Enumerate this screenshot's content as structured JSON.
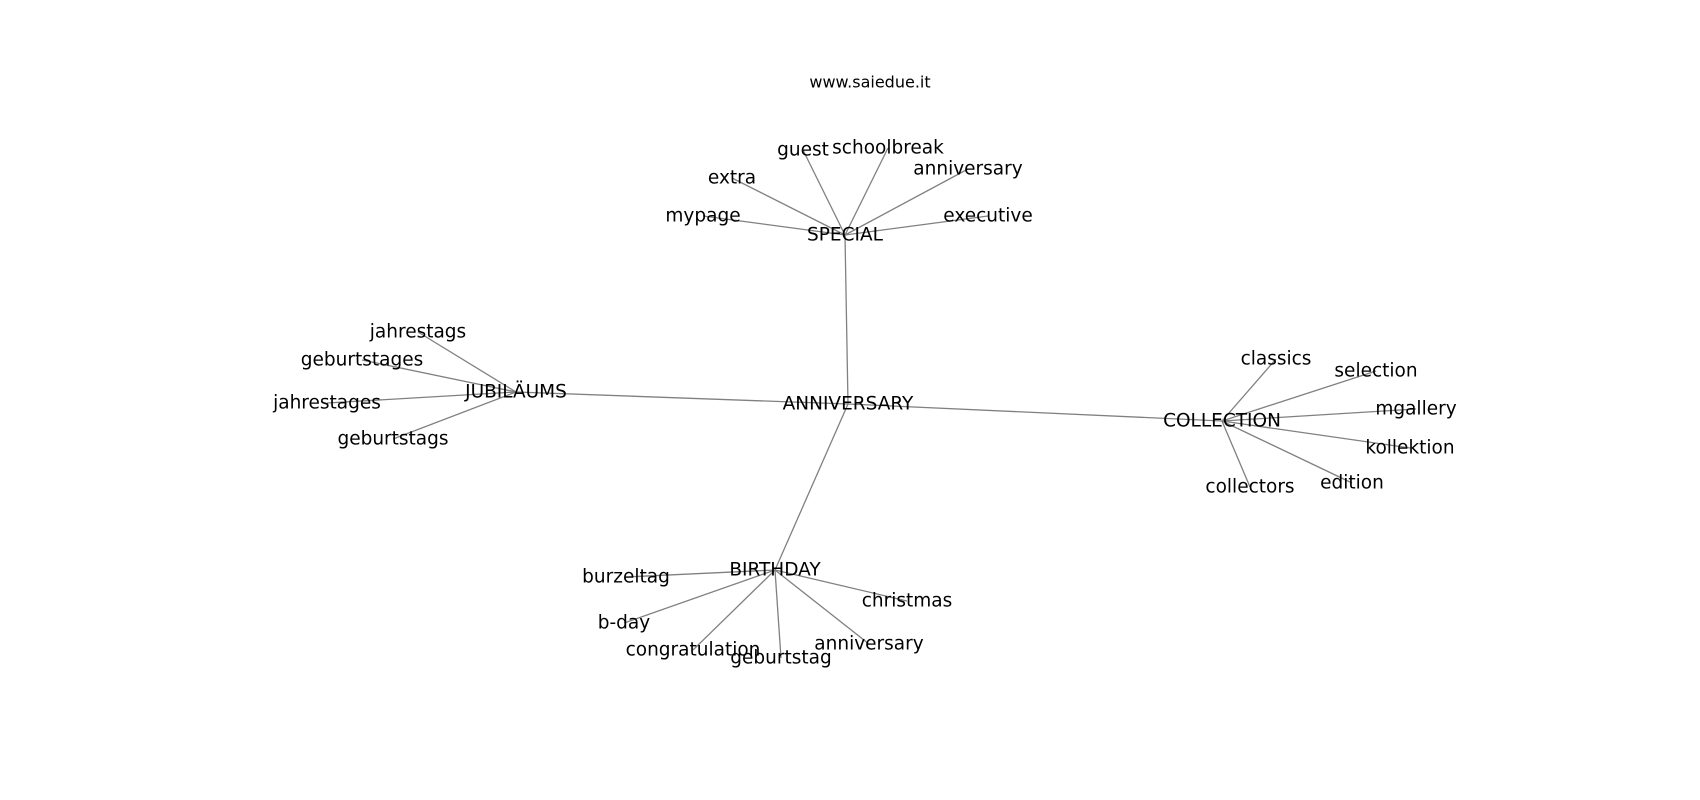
{
  "source": "www.saiedue.it",
  "center": "ANNIVERSARY",
  "groups": [
    {
      "hub": "SPECIAL",
      "leaves": [
        "extra",
        "guest",
        "schoolbreak",
        "anniversary",
        "mypage",
        "executive"
      ]
    },
    {
      "hub": "JUBILÄUMS",
      "leaves": [
        "jahrestags",
        "geburtstages",
        "jahrestages",
        "geburtstags"
      ]
    },
    {
      "hub": "COLLECTION",
      "leaves": [
        "classics",
        "selection",
        "mgallery",
        "kollektion",
        "collectors",
        "edition"
      ]
    },
    {
      "hub": "BIRTHDAY",
      "leaves": [
        "burzeltag",
        "b-day",
        "congratulation",
        "geburtstag",
        "anniversary",
        "christmas"
      ]
    }
  ]
}
